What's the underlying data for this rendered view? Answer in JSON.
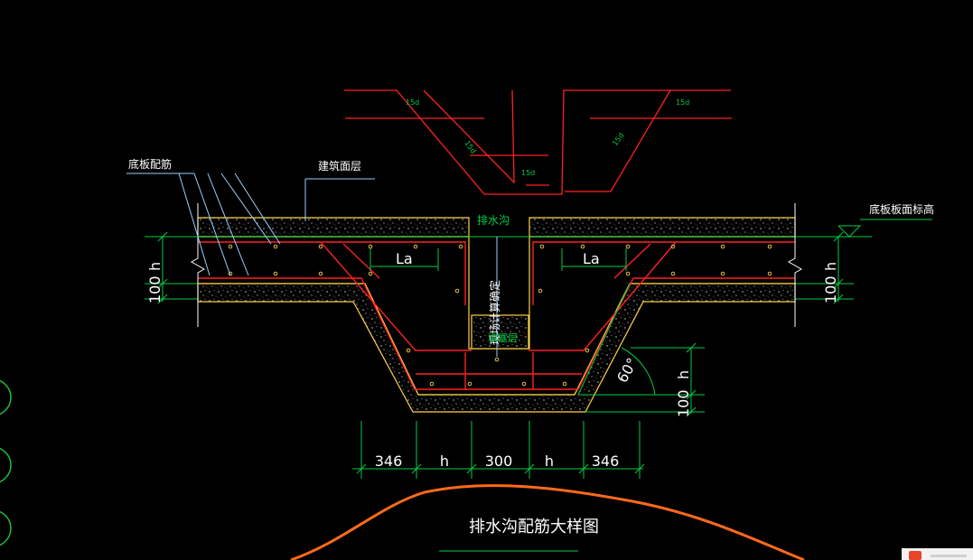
{
  "drawing": {
    "title": "排水沟配筋大样图",
    "labels": {
      "bottom_slab_reinforcement": "底板配筋",
      "finish_layer": "建筑面层",
      "drainage_ditch": "排水沟",
      "slab_top_elevation": "底板板面标高",
      "determined_on_site": "现场计算确定",
      "filler": "填塞层",
      "anchorage_left": "La",
      "anchorage_right": "La",
      "angle": "60°",
      "h_left": "h",
      "h_right": "h",
      "h_pit": "h",
      "thk_left": "100",
      "thk_right": "100",
      "thk_pit": "100",
      "bend_15d_top_left": "15d",
      "bend_15d_top_right": "15d",
      "bend_15d_slope_left": "15d",
      "bend_15d_slope_right": "15d",
      "bend_15d_bottom": "15d"
    },
    "dimensions": [
      "346",
      "h",
      "300",
      "h",
      "346"
    ],
    "colors": {
      "background": "#000000",
      "rebar": "#ff2020",
      "concrete": "#ffd24a",
      "dimension": "#00cc44",
      "leader": "#9ad0ff",
      "text": "#ffffff",
      "curve": "#ff6a1a"
    }
  },
  "watermark": {
    "brand_icon": "logo-icon"
  }
}
